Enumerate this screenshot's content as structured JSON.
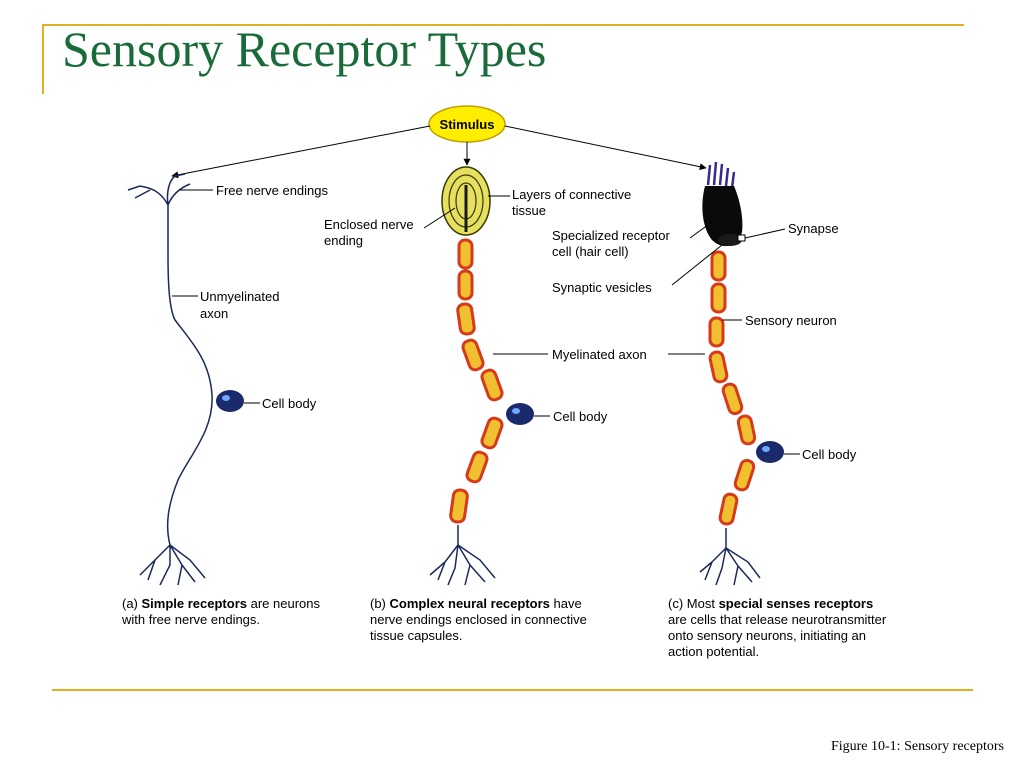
{
  "title": "Sensory Receptor Types",
  "caption": "Figure 10-1: Sensory receptors",
  "stimulus": "Stimulus",
  "labels": {
    "free_nerve_endings": "Free nerve endings",
    "unmyelinated_axon_1": "Unmyelinated",
    "unmyelinated_axon_2": "axon",
    "cell_body_a": "Cell body",
    "layers_1": "Layers of connective",
    "layers_2": "tissue",
    "enclosed_1": "Enclosed nerve",
    "enclosed_2": "ending",
    "myelinated_axon": "Myelinated axon",
    "cell_body_b": "Cell body",
    "specialized_1": "Specialized receptor",
    "specialized_2": "cell (hair cell)",
    "synapse": "Synapse",
    "synaptic_vesicles": "Synaptic vesicles",
    "sensory_neuron": "Sensory neuron",
    "cell_body_c": "Cell body"
  },
  "captions": {
    "a_prefix": "(a) ",
    "a_bold": "Simple receptors",
    "a_rest": " are neurons",
    "a_line2": "with free nerve endings.",
    "b_prefix": "(b) ",
    "b_bold": "Complex neural receptors",
    "b_rest": " have",
    "b_line2": "nerve endings enclosed in connective",
    "b_line3": "tissue capsules.",
    "c_prefix": "(c) Most ",
    "c_bold": "special senses receptors",
    "c_line2": "are cells that release neurotransmitter",
    "c_line3": "onto sensory neurons, initiating an",
    "c_line4": "action potential."
  },
  "colors": {
    "title": "#1a6b3a",
    "rule": "#e0b020",
    "stimulus_fill": "#ffee00",
    "myelin_outer": "#d63a1a",
    "myelin_inner": "#f0c030",
    "cell_body": "#1a2a6a",
    "capsule_fill": "#e6e060"
  }
}
